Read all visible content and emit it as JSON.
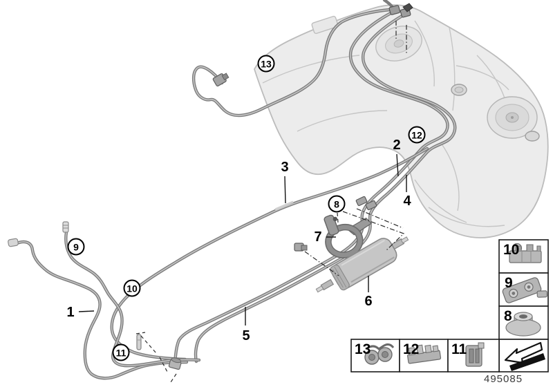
{
  "diagram": {
    "part_group_number": "495085",
    "callouts": {
      "c1": "1",
      "c2": "2",
      "c3": "3",
      "c4": "4",
      "c5": "5",
      "c6": "6",
      "c7": "7",
      "c8": "8",
      "c9": "9",
      "c10": "10",
      "c11": "11",
      "c12": "12",
      "c13": "13"
    },
    "legend": {
      "right_column": [
        {
          "label": "10"
        },
        {
          "label": "9"
        },
        {
          "label": "8"
        }
      ],
      "bottom_row": [
        {
          "label": "13"
        },
        {
          "label": "12"
        },
        {
          "label": "11"
        }
      ]
    },
    "icons": {
      "direction_arrow": "arrow-down-left"
    },
    "colors": {
      "pipe": "#7d7d7d",
      "pipe_highlight": "#c6c6c6",
      "tank_fill": "#ececec",
      "tank_stroke": "#bcbcbc",
      "label": "#000000",
      "box_border": "#1a1a1a"
    }
  }
}
